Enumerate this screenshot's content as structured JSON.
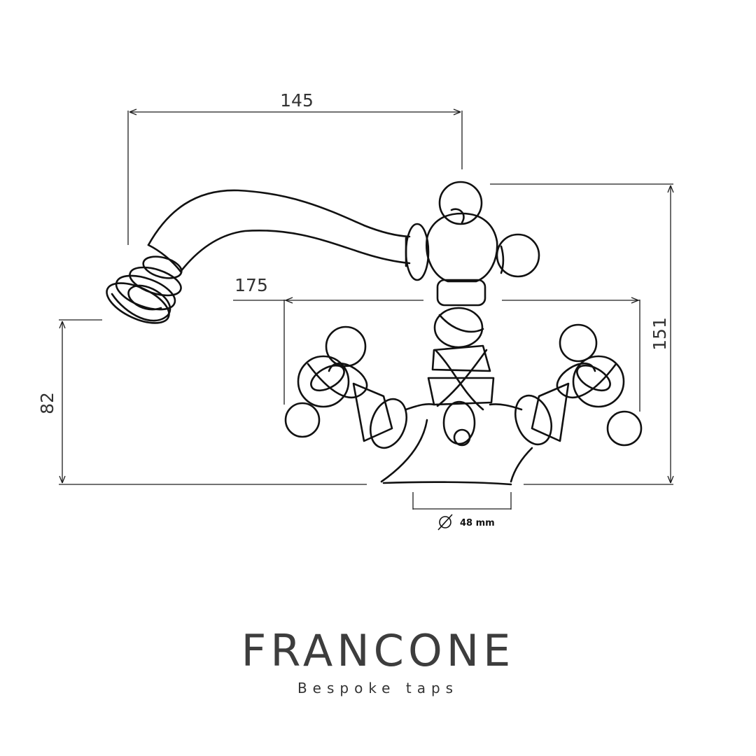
{
  "dimensions": {
    "width_top": "145",
    "spout_reach": "175",
    "total_height": "151",
    "spout_height": "82",
    "base_diameter": "48 mm",
    "diameter_symbol": "∅"
  },
  "brand": {
    "name": "FRANCONE",
    "tagline": "Bespoke taps"
  },
  "colors": {
    "line": "#1e1e1e",
    "brand_text": "#3d3d3d"
  }
}
